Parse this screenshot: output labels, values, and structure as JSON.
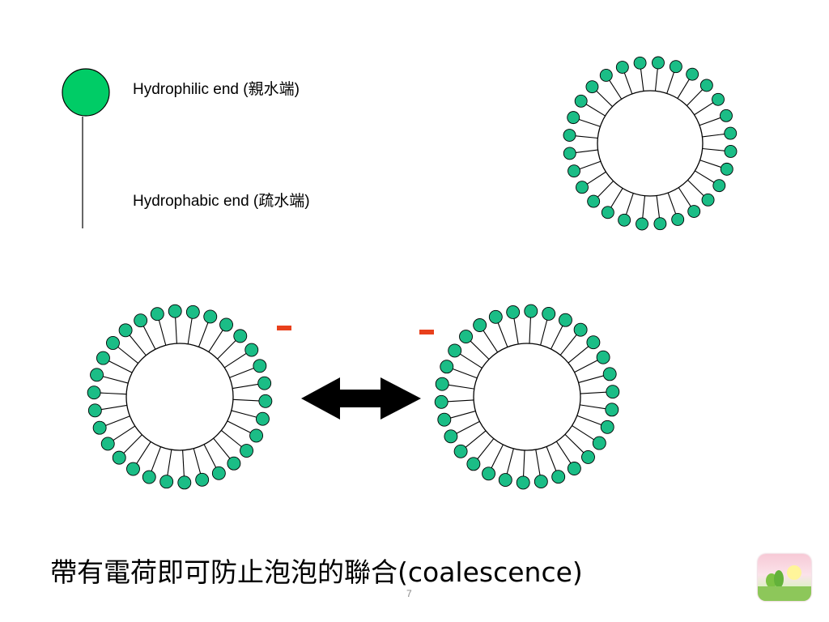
{
  "legend": {
    "hydrophilic_label": "Hydrophilic end  (親水端)",
    "hydrophobic_label": "Hydrophabic  end  (疏水端)",
    "head_color": "#00cc66",
    "head_stroke": "#000000"
  },
  "micelle_head_color": "#1bbd86",
  "charge_symbol_color": "#e8401c",
  "arrow": {
    "meaning": "double-headed arrow (repulsion)",
    "color": "#000000"
  },
  "caption": "帶有電荷即可防止泡泡的聯合(coalescence)",
  "page_number": "7",
  "icons": {
    "arrow": "double-arrow-icon",
    "logo": "landscape-logo-icon",
    "charge": "minus-sign-icon"
  }
}
